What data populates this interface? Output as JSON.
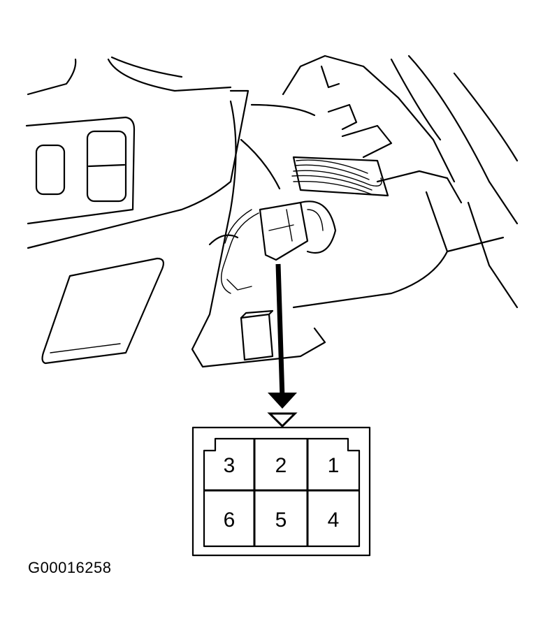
{
  "connector": {
    "pins": [
      {
        "label": "3"
      },
      {
        "label": "2"
      },
      {
        "label": "1"
      },
      {
        "label": "6"
      },
      {
        "label": "5"
      },
      {
        "label": "4"
      }
    ]
  },
  "figure_code": "G00016258"
}
